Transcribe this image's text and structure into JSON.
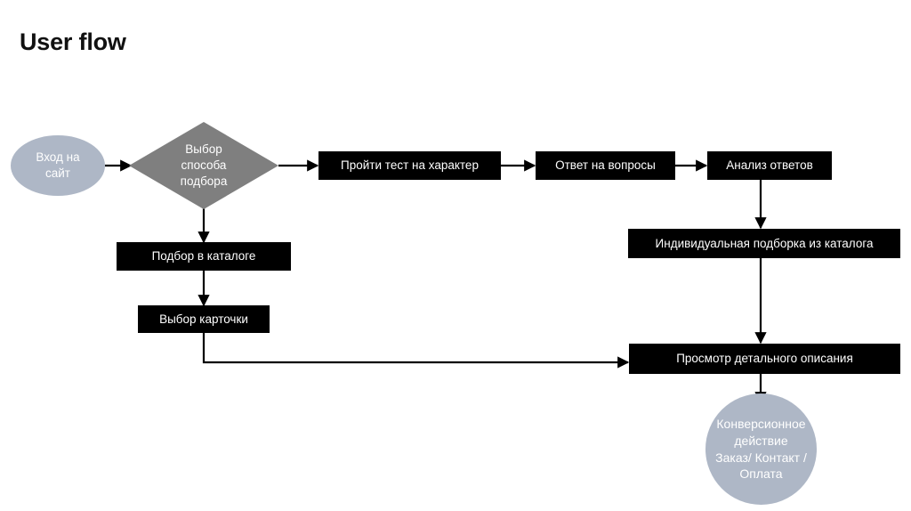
{
  "page": {
    "title": "User flow",
    "background_color": "#ffffff"
  },
  "palette": {
    "box_fill": "#000000",
    "box_text": "#ffffff",
    "diamond_fill": "#7f7f7f",
    "circle_fill": "#aeb7c6",
    "connector": "#000000",
    "title_text": "#111111"
  },
  "diagram": {
    "type": "flowchart",
    "nodes": [
      {
        "id": "entry",
        "shape": "circle",
        "label": "Вход на\nсайт"
      },
      {
        "id": "method",
        "shape": "diamond",
        "label": "Выбор\nспособа\nподбора"
      },
      {
        "id": "test",
        "shape": "box",
        "label": "Пройти тест на характер"
      },
      {
        "id": "answers",
        "shape": "box",
        "label": "Ответ на вопросы"
      },
      {
        "id": "analysis",
        "shape": "box",
        "label": "Анализ ответов"
      },
      {
        "id": "individual",
        "shape": "box",
        "label": "Индивидуальная подборка из каталога"
      },
      {
        "id": "catalog",
        "shape": "box",
        "label": "Подбор в каталоге"
      },
      {
        "id": "card",
        "shape": "box",
        "label": "Выбор карточки"
      },
      {
        "id": "details",
        "shape": "box",
        "label": "Просмотр детального описания"
      },
      {
        "id": "conversion",
        "shape": "circle",
        "label": "Конверсионное\nдействие\nЗаказ/ Контакт /\nОплата"
      }
    ],
    "edges": [
      {
        "from": "entry",
        "to": "method"
      },
      {
        "from": "method",
        "to": "test"
      },
      {
        "from": "test",
        "to": "answers"
      },
      {
        "from": "answers",
        "to": "analysis"
      },
      {
        "from": "analysis",
        "to": "individual"
      },
      {
        "from": "individual",
        "to": "details"
      },
      {
        "from": "method",
        "to": "catalog"
      },
      {
        "from": "catalog",
        "to": "card"
      },
      {
        "from": "card",
        "to": "details"
      },
      {
        "from": "details",
        "to": "conversion"
      }
    ]
  }
}
